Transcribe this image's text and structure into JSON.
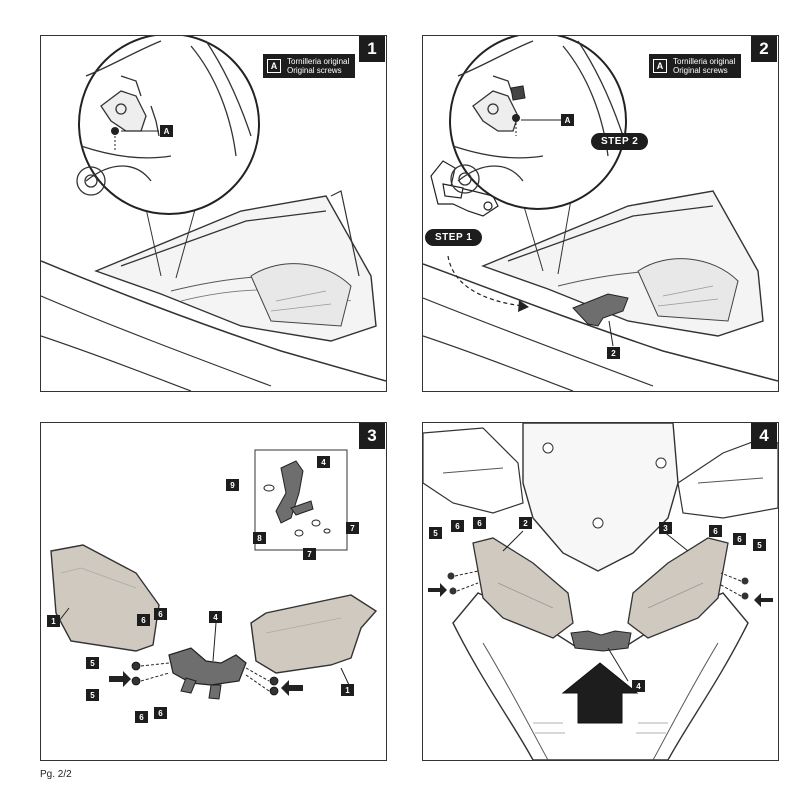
{
  "steps": [
    {
      "number": "1",
      "legend_key": "A",
      "legend_line1": "Tornilleria original",
      "legend_line2": "Original screws",
      "callout": "A"
    },
    {
      "number": "2",
      "legend_key": "A",
      "legend_line1": "Tornilleria original",
      "legend_line2": "Original screws",
      "callout": "A",
      "step_label_1": "STEP 1",
      "step_label_2": "STEP 2",
      "part": "2"
    },
    {
      "number": "3"
    },
    {
      "number": "4"
    }
  ],
  "parts": {
    "p1": "1",
    "p2": "2",
    "p3": "3",
    "p4": "4",
    "p5": "5",
    "p6": "6",
    "p7": "7",
    "p8": "8",
    "p9": "9"
  },
  "page_label": "Pg. 2/2",
  "colors": {
    "ink": "#1d1d1d",
    "line": "#333333",
    "visor": "#cfc9c0",
    "bracket": "#6e6e6e"
  }
}
